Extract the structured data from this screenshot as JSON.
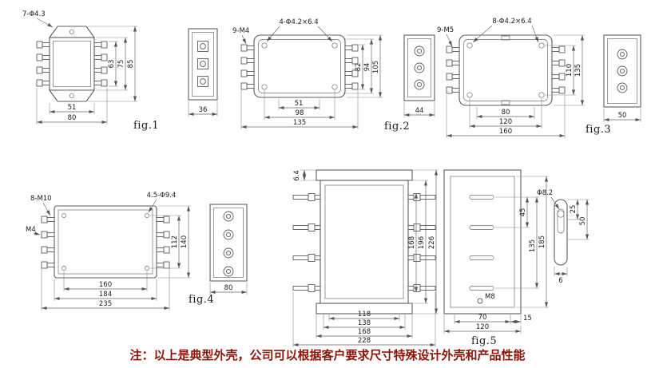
{
  "note": {
    "text": "注：以上是典型外壳，公司可以根据客户要求尺寸特殊设计外壳和产品性能",
    "color": "#8b1408"
  },
  "fig1": {
    "label": "fig.1",
    "hole_note": "7-Φ4.3",
    "h_inner": "63",
    "h_body": "75",
    "h_overall": "85",
    "w_body": "51",
    "w_overall": "80",
    "side_w": "36"
  },
  "fig2": {
    "label": "fig.2",
    "stud_note": "9-M4",
    "hole_note": "4-Φ4.2×6.4",
    "h_inner": "82",
    "h_mid": "94",
    "h_overall": "105",
    "w_inner": "51",
    "w_mid": "98",
    "w_overall": "135",
    "side_w": "44"
  },
  "fig3": {
    "label": "fig.3",
    "stud_note": "9-M5",
    "hole_note": "8-Φ4.2×6.4",
    "h_mid": "110",
    "h_overall": "135",
    "w_inner": "80",
    "w_mid": "120",
    "w_overall": "160",
    "side_w": "50"
  },
  "fig4": {
    "label": "fig.4",
    "stud_note": "8-M10",
    "hole_note": "4.5-Φ9.4",
    "term_note": "M4",
    "h_mid": "112",
    "h_overall": "140",
    "w_inner": "160",
    "w_mid": "184",
    "w_overall": "235",
    "side_w": "80"
  },
  "fig5": {
    "label": "fig.5",
    "flange": "6.4",
    "front": {
      "h1": "168",
      "h2": "196",
      "h3": "226",
      "w1": "118",
      "w2": "138",
      "w3": "168",
      "w4": "228"
    },
    "side": {
      "v1": "45",
      "v2": "135",
      "v3": "185",
      "w1": "70",
      "w2": "120",
      "edge": "15",
      "stud": "M8"
    },
    "detail": {
      "hole": "Φ8.2",
      "d1": "25",
      "d2": "50",
      "d3": "6"
    }
  }
}
